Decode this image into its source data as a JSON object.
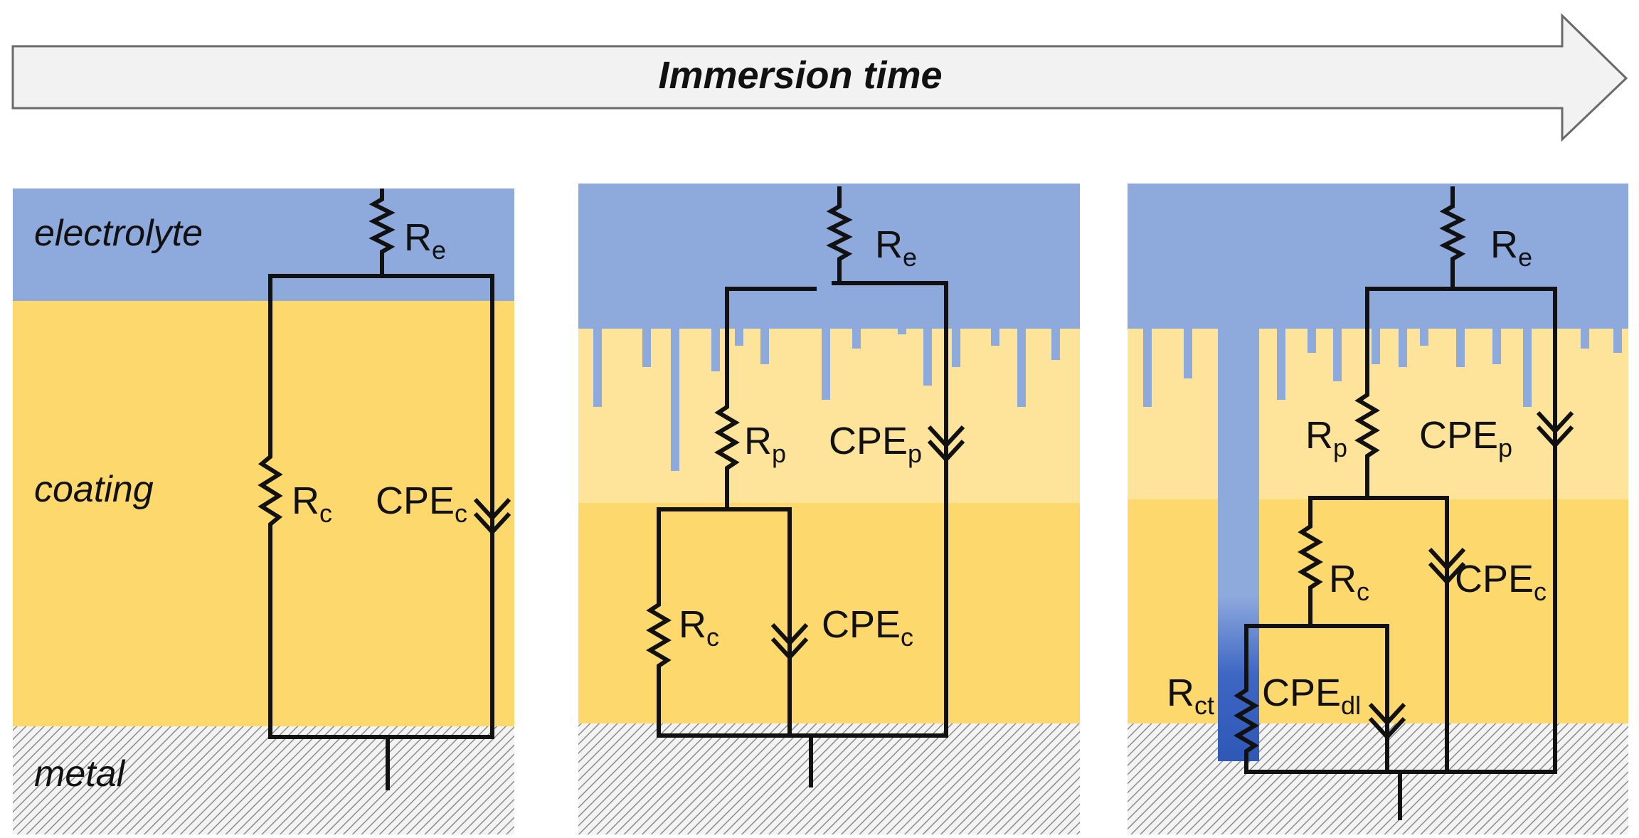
{
  "arrow": {
    "label": "Immersion time"
  },
  "layers": {
    "electrolyte": "electrolyte",
    "coating": "coating",
    "metal": "metal"
  },
  "colors": {
    "electrolyte": "#8ea9dc",
    "coating": "#fdd86c",
    "coating_light": "#fde49a",
    "metal_hatch": "#8c8c8c",
    "wire": "#111111",
    "pore_dark": "#3e67c4"
  },
  "panels": [
    {
      "id": "intact-coating",
      "components": [
        {
          "sym": "R",
          "sub": "e"
        },
        {
          "sym": "R",
          "sub": "c"
        },
        {
          "sym": "CPE",
          "sub": "c"
        }
      ]
    },
    {
      "id": "porous-coating",
      "components": [
        {
          "sym": "R",
          "sub": "e"
        },
        {
          "sym": "R",
          "sub": "p"
        },
        {
          "sym": "CPE",
          "sub": "p"
        },
        {
          "sym": "R",
          "sub": "c"
        },
        {
          "sym": "CPE",
          "sub": "c"
        }
      ]
    },
    {
      "id": "delaminated-coating",
      "components": [
        {
          "sym": "R",
          "sub": "e"
        },
        {
          "sym": "R",
          "sub": "p"
        },
        {
          "sym": "CPE",
          "sub": "p"
        },
        {
          "sym": "R",
          "sub": "c"
        },
        {
          "sym": "CPE",
          "sub": "c"
        },
        {
          "sym": "R",
          "sub": "ct"
        },
        {
          "sym": "CPE",
          "sub": "dl"
        }
      ]
    }
  ]
}
